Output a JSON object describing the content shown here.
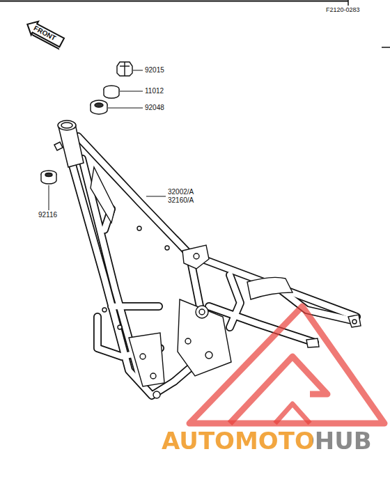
{
  "diagram": {
    "labels": [
      "F2120-0283",
      "FRONT",
      "92015",
      "11012",
      "92048",
      "32002/A",
      "32160/A",
      "92116",
      "AUTOMOTOHUB"
    ]
  }
}
